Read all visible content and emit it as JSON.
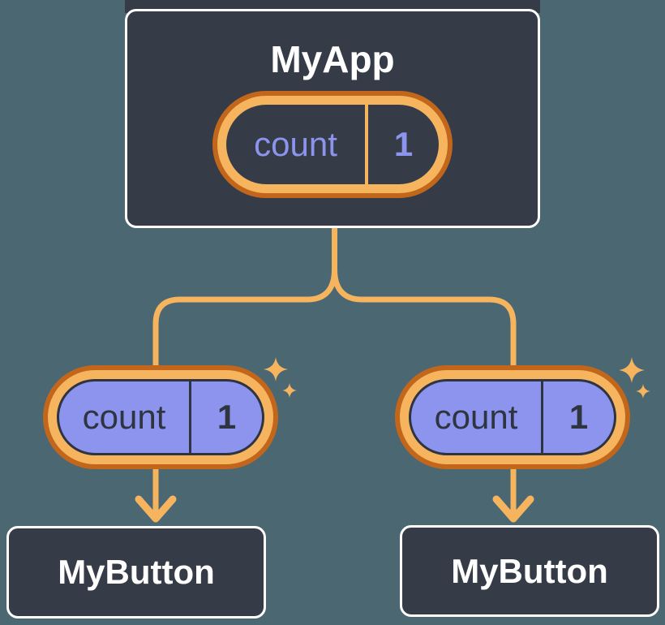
{
  "colors": {
    "background": "#4B6772",
    "card_fill": "#353C48",
    "card_border": "#FFFFFF",
    "pill_ring_outer": "#C2661C",
    "pill_ring_inner": "#F6B45F",
    "connector": "#F6B45F",
    "periwinkle": "#8C94EE",
    "dark_accent": "#2E3440",
    "title_text": "#FFFFFF"
  },
  "root": {
    "title": "MyApp",
    "state_pill": {
      "key": "count",
      "value": "1"
    }
  },
  "children": [
    {
      "title": "MyButton",
      "prop_pill": {
        "key": "count",
        "value": "1"
      }
    },
    {
      "title": "MyButton",
      "prop_pill": {
        "key": "count",
        "value": "1"
      }
    }
  ]
}
